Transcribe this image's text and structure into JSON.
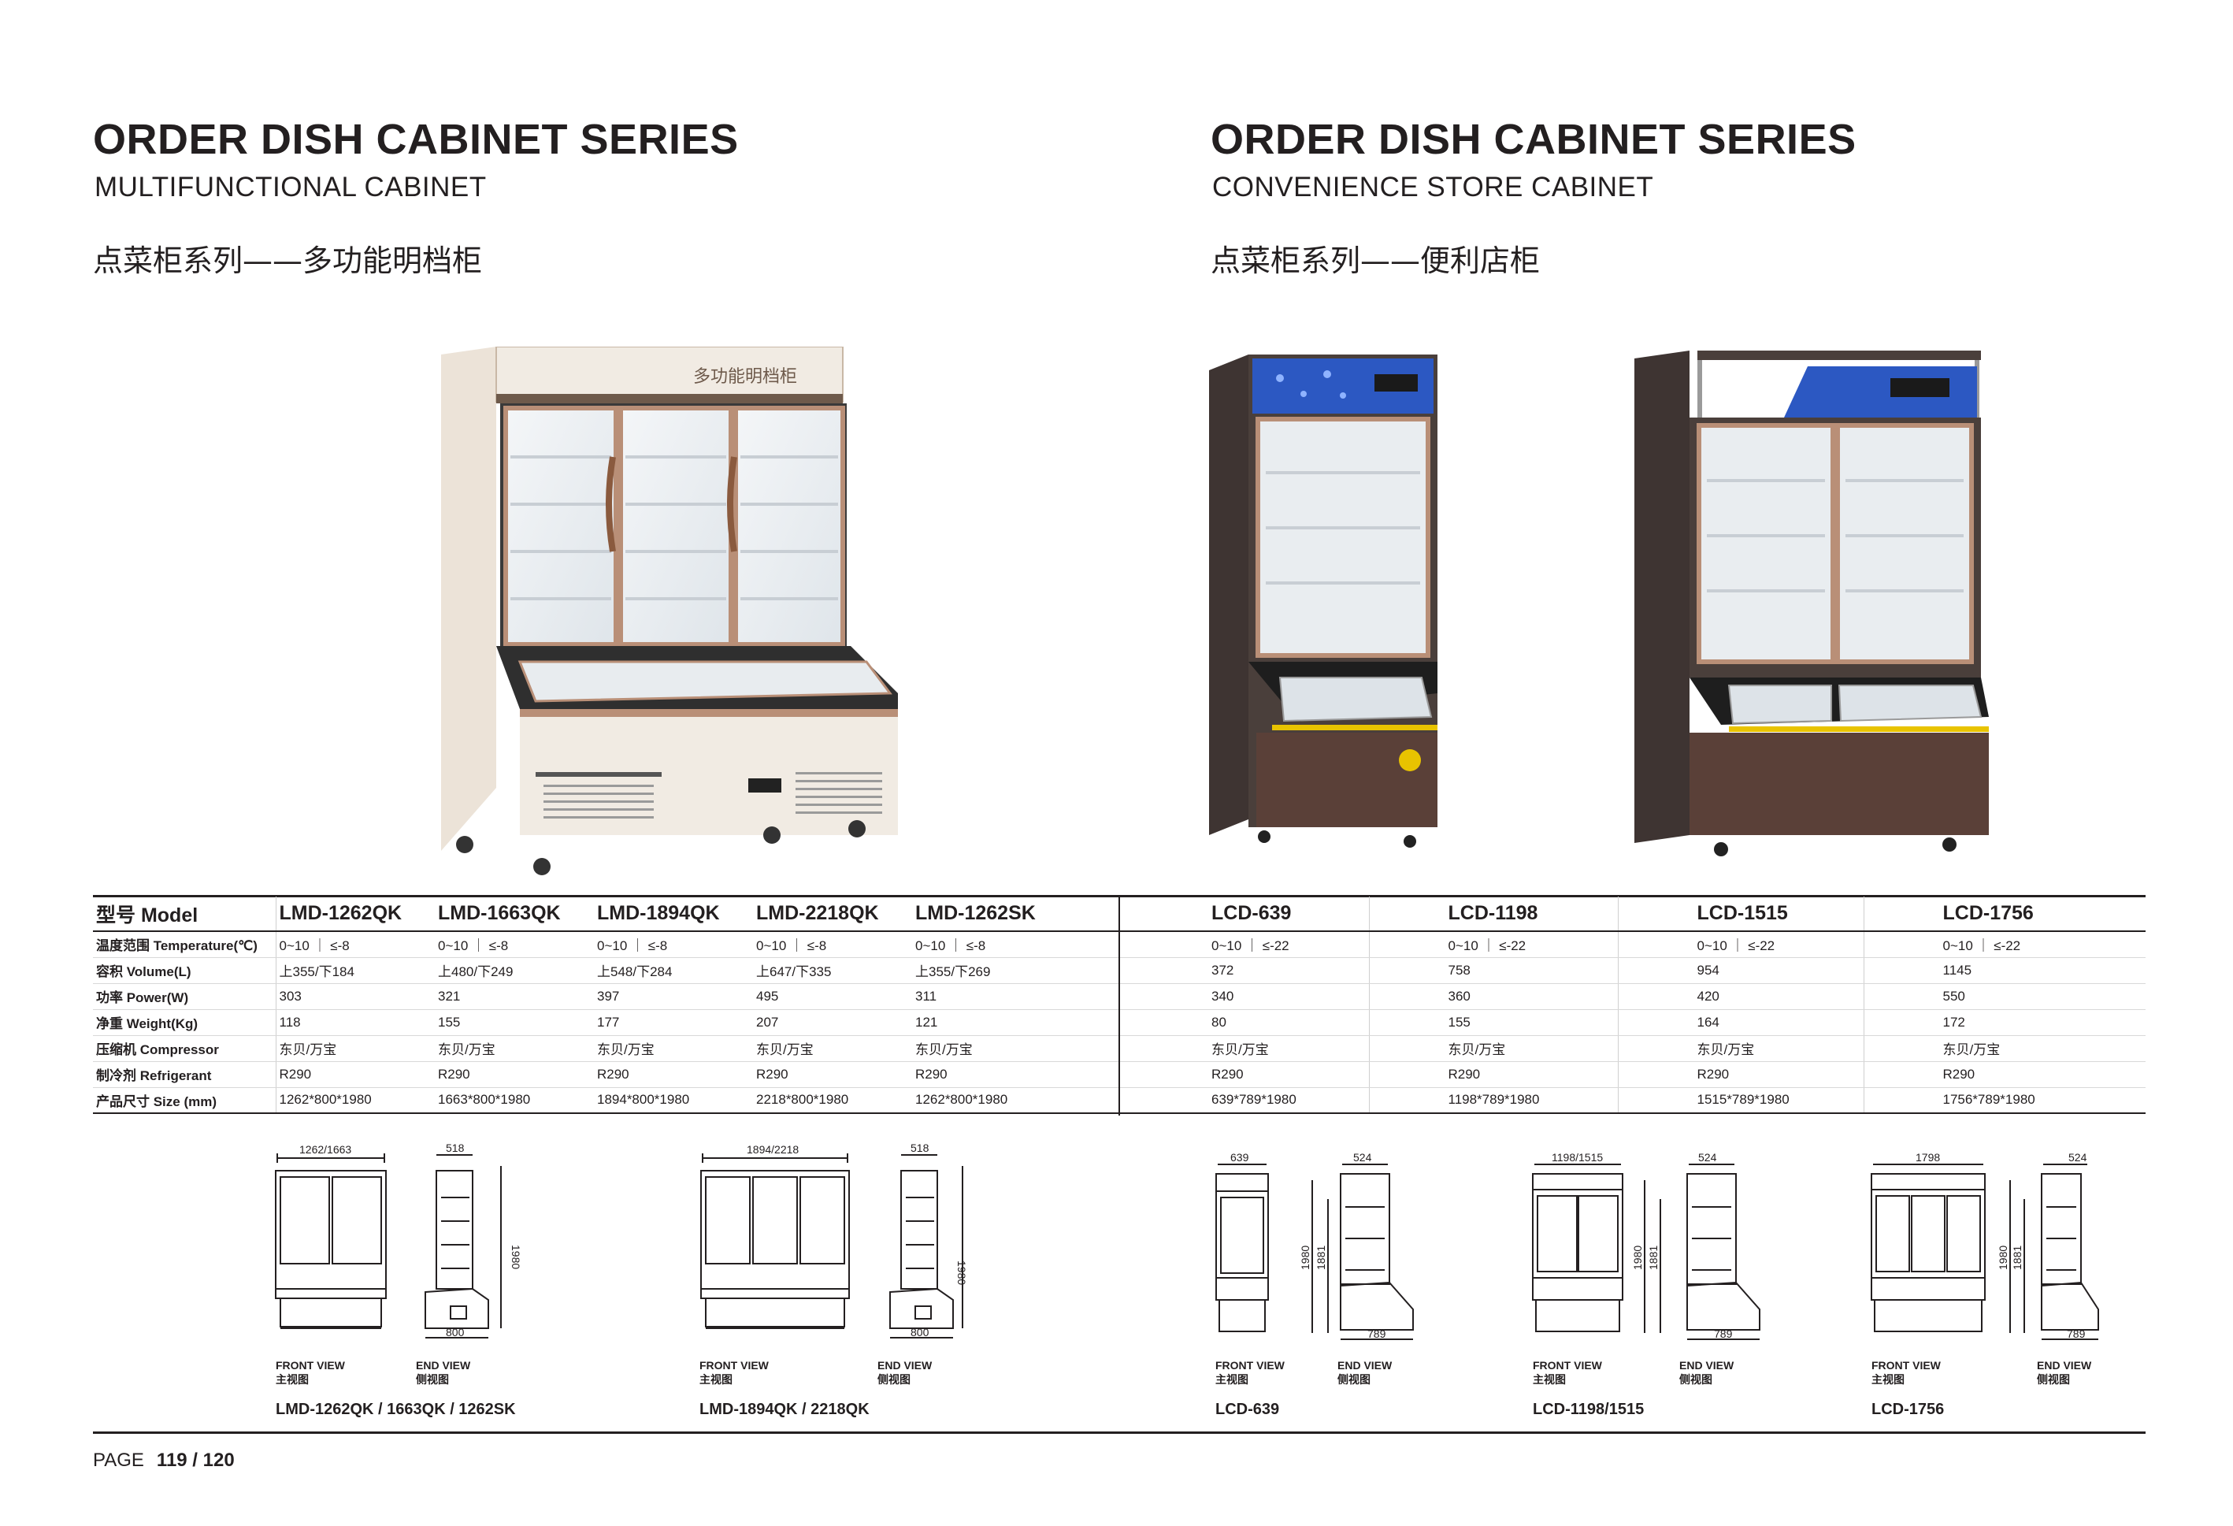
{
  "left": {
    "title": "ORDER DISH CABINET SERIES",
    "subtitle": "MULTIFUNCTIONAL CABINET",
    "cn_title": "点菜柜系列——多功能明档柜",
    "cabinet_sign": "多功能明档柜",
    "table": {
      "headers": [
        "型号 Model",
        "LMD-1262QK",
        "LMD-1663QK",
        "LMD-1894QK",
        "LMD-2218QK",
        "LMD-1262SK"
      ],
      "rows": [
        {
          "label": "温度范围 Temperature(℃)",
          "values": [
            "0~10 ｜ ≤-8",
            "0~10 ｜ ≤-8",
            "0~10 ｜ ≤-8",
            "0~10 ｜ ≤-8",
            "0~10 ｜ ≤-8"
          ]
        },
        {
          "label": "容积 Volume(L)",
          "values": [
            "上355/下184",
            "上480/下249",
            "上548/下284",
            "上647/下335",
            "上355/下269"
          ]
        },
        {
          "label": "功率 Power(W)",
          "values": [
            "303",
            "321",
            "397",
            "495",
            "311"
          ]
        },
        {
          "label": "净重 Weight(Kg)",
          "values": [
            "118",
            "155",
            "177",
            "207",
            "121"
          ]
        },
        {
          "label": "压缩机 Compressor",
          "values": [
            "东贝/万宝",
            "东贝/万宝",
            "东贝/万宝",
            "东贝/万宝",
            "东贝/万宝"
          ]
        },
        {
          "label": "制冷剂 Refrigerant",
          "values": [
            "R290",
            "R290",
            "R290",
            "R290",
            "R290"
          ]
        },
        {
          "label": "产品尺寸 Size (mm)",
          "values": [
            "1262*800*1980",
            "1663*800*1980",
            "1894*800*1980",
            "2218*800*1980",
            "1262*800*1980"
          ]
        }
      ]
    },
    "drawings": [
      {
        "front_width": "1262/1663",
        "end_width": "518",
        "end_depth": "800",
        "height": "1980",
        "model": "LMD-1262QK / 1663QK / 1262SK"
      },
      {
        "front_width": "1894/2218",
        "end_width": "518",
        "end_depth": "800",
        "height": "1980",
        "model": "LMD-1894QK / 2218QK"
      }
    ]
  },
  "right": {
    "title": "ORDER DISH CABINET SERIES",
    "subtitle": "CONVENIENCE STORE CABINET",
    "cn_title": "点菜柜系列——便利店柜",
    "table": {
      "headers": [
        "LCD-639",
        "LCD-1198",
        "LCD-1515",
        "LCD-1756"
      ],
      "rows": [
        [
          "0~10 ｜ ≤-22",
          "0~10 ｜ ≤-22",
          "0~10 ｜ ≤-22",
          "0~10 ｜ ≤-22"
        ],
        [
          "372",
          "758",
          "954",
          "1145"
        ],
        [
          "340",
          "360",
          "420",
          "550"
        ],
        [
          "80",
          "155",
          "164",
          "172"
        ],
        [
          "东贝/万宝",
          "东贝/万宝",
          "东贝/万宝",
          "东贝/万宝"
        ],
        [
          "R290",
          "R290",
          "R290",
          "R290"
        ],
        [
          "639*789*1980",
          "1198*789*1980",
          "1515*789*1980",
          "1756*789*1980"
        ]
      ]
    },
    "drawings": [
      {
        "front_width": "639",
        "end_width": "524",
        "end_depth": "789",
        "height": "1980",
        "inner_height": "1881",
        "model": "LCD-639"
      },
      {
        "front_width": "1198/1515",
        "end_width": "524",
        "end_depth": "789",
        "height": "1980",
        "inner_height": "1881",
        "model": "LCD-1198/1515"
      },
      {
        "front_width": "1798",
        "end_width": "524",
        "end_depth": "789",
        "height": "1980",
        "inner_height": "1881",
        "model": "LCD-1756"
      }
    ]
  },
  "view_labels": {
    "front_en": "FRONT VIEW",
    "front_cn": "主视图",
    "end_en": "END VIEW",
    "end_cn": "侧视图"
  },
  "footer": {
    "page_label": "PAGE",
    "page_number": "119 / 120"
  }
}
